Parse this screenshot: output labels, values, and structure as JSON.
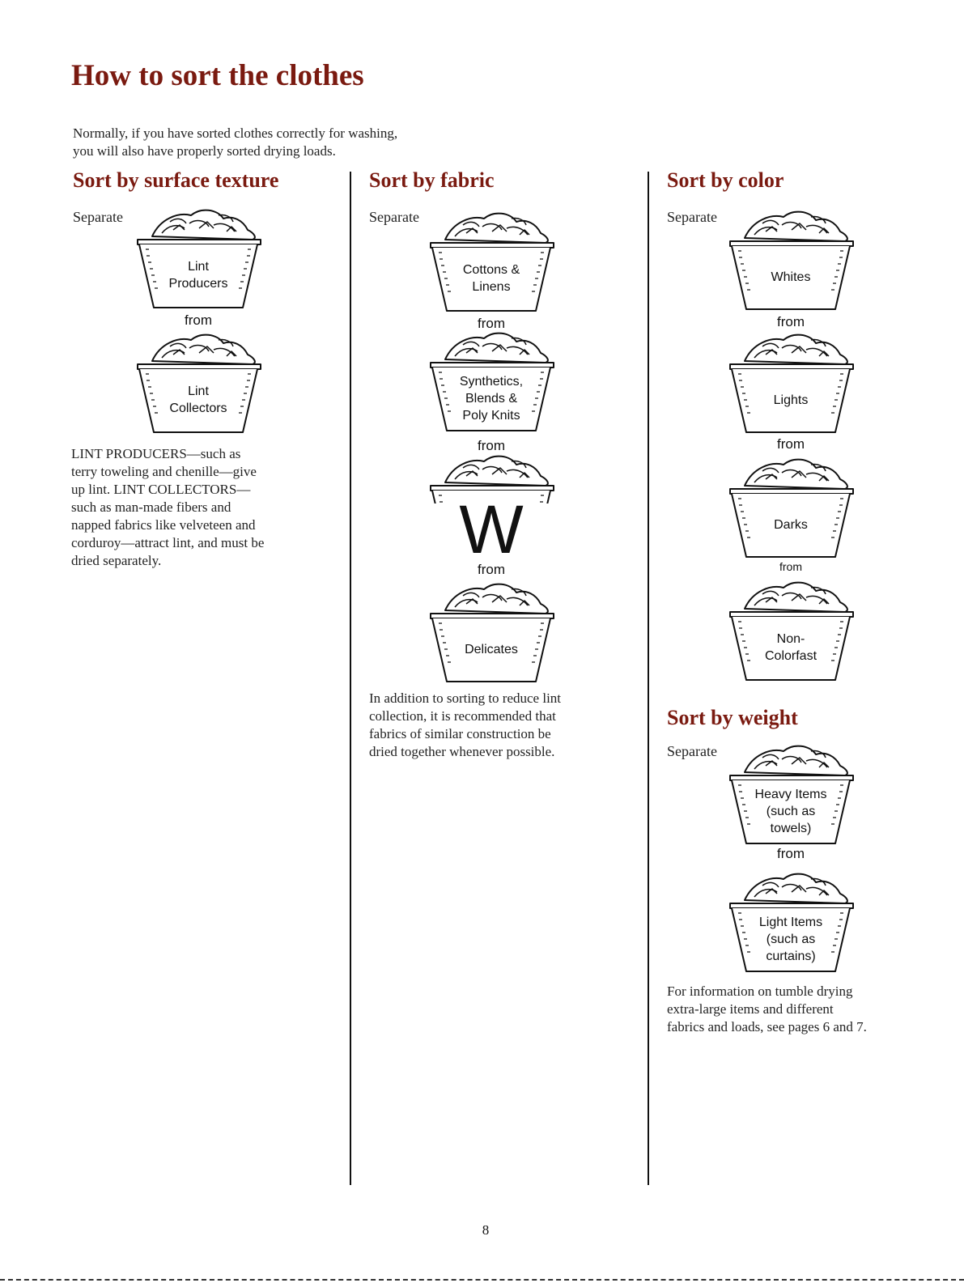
{
  "title": "How to sort the clothes",
  "intro": [
    "Normally, if you have sorted clothes correctly for washing,",
    "you will also have properly sorted drying loads."
  ],
  "separate_label": "Separate",
  "from_label": "from",
  "texture": {
    "heading": "Sort by surface texture",
    "basket1": [
      "Lint",
      "Producers"
    ],
    "basket2": [
      "Lint",
      "Collectors"
    ],
    "paragraph": [
      "LINT PRODUCERS—such as",
      "terry toweling and chenille—give",
      "up lint. LINT COLLECTORS—",
      "such as man-made fibers and",
      "napped fabrics like velveteen and",
      "corduroy—attract lint, and must be",
      "dried separately."
    ]
  },
  "fabric": {
    "heading": "Sort by fabric",
    "basket1": [
      "Cottons &",
      "Linens"
    ],
    "basket2": [
      "Synthetics,",
      "Blends &",
      "Poly Knits"
    ],
    "basket3_letter": "W",
    "basket4": [
      "Delicates"
    ],
    "paragraph": [
      "In addition to sorting to reduce lint",
      "collection, it is recommended that",
      "fabrics of similar construction be",
      "dried together whenever possible."
    ]
  },
  "color": {
    "heading": "Sort by color",
    "basket1": [
      "Whites"
    ],
    "basket2": [
      "Lights"
    ],
    "basket3": [
      "Darks"
    ],
    "basket4": [
      "Non-",
      "Colorfast"
    ]
  },
  "weight": {
    "heading": "Sort by weight",
    "basket1": [
      "Heavy Items",
      "(such as",
      "towels)"
    ],
    "basket2": [
      "Light Items",
      "(such as",
      "curtains)"
    ],
    "paragraph": [
      "For information on tumble drying",
      "extra-large items and different",
      "fabrics and loads, see pages 6 and 7."
    ]
  },
  "page_number": "8"
}
